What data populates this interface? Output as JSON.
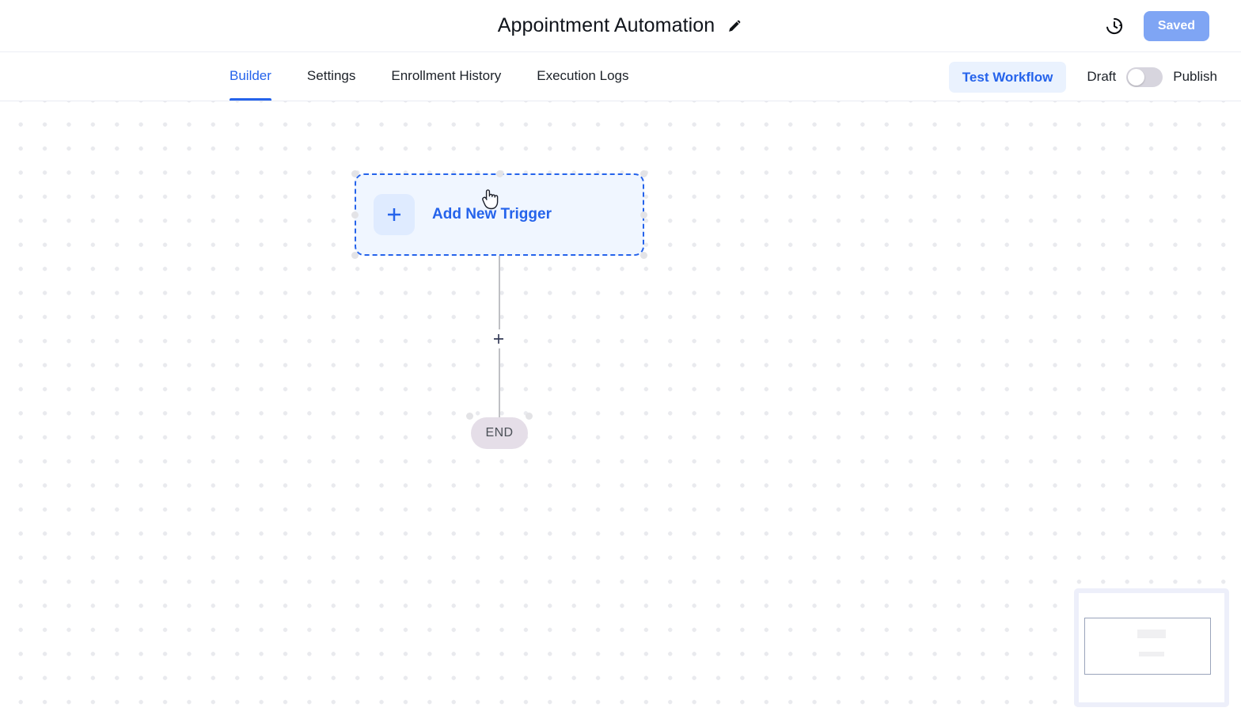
{
  "titlebar": {
    "workflow_title": "Appointment Automation",
    "edit_icon": "pencil-icon",
    "history_icon": "clock-history-icon",
    "saved_button": "Saved"
  },
  "tabs": [
    {
      "label": "Builder",
      "active": true
    },
    {
      "label": "Settings",
      "active": false
    },
    {
      "label": "Enrollment History",
      "active": false
    },
    {
      "label": "Execution Logs",
      "active": false
    }
  ],
  "actions": {
    "test_workflow": "Test Workflow",
    "draft_label": "Draft",
    "publish_label": "Publish",
    "toggle_state": "off"
  },
  "canvas": {
    "trigger_node": {
      "label": "Add New Trigger",
      "icon": "plus-icon"
    },
    "add_step_icon": "plus-icon",
    "end_node": {
      "label": "END"
    }
  },
  "minimap": {
    "name": "canvas-minimap"
  },
  "colors": {
    "accent_blue": "#2563eb",
    "saved_button_bg": "#7fa5f4",
    "test_button_bg": "#eaf2fe",
    "trigger_node_bg": "#f0f6ff",
    "end_node_bg": "#e5dee8",
    "canvas_dot": "#e9eaee",
    "toggle_track": "#d7d5de"
  }
}
